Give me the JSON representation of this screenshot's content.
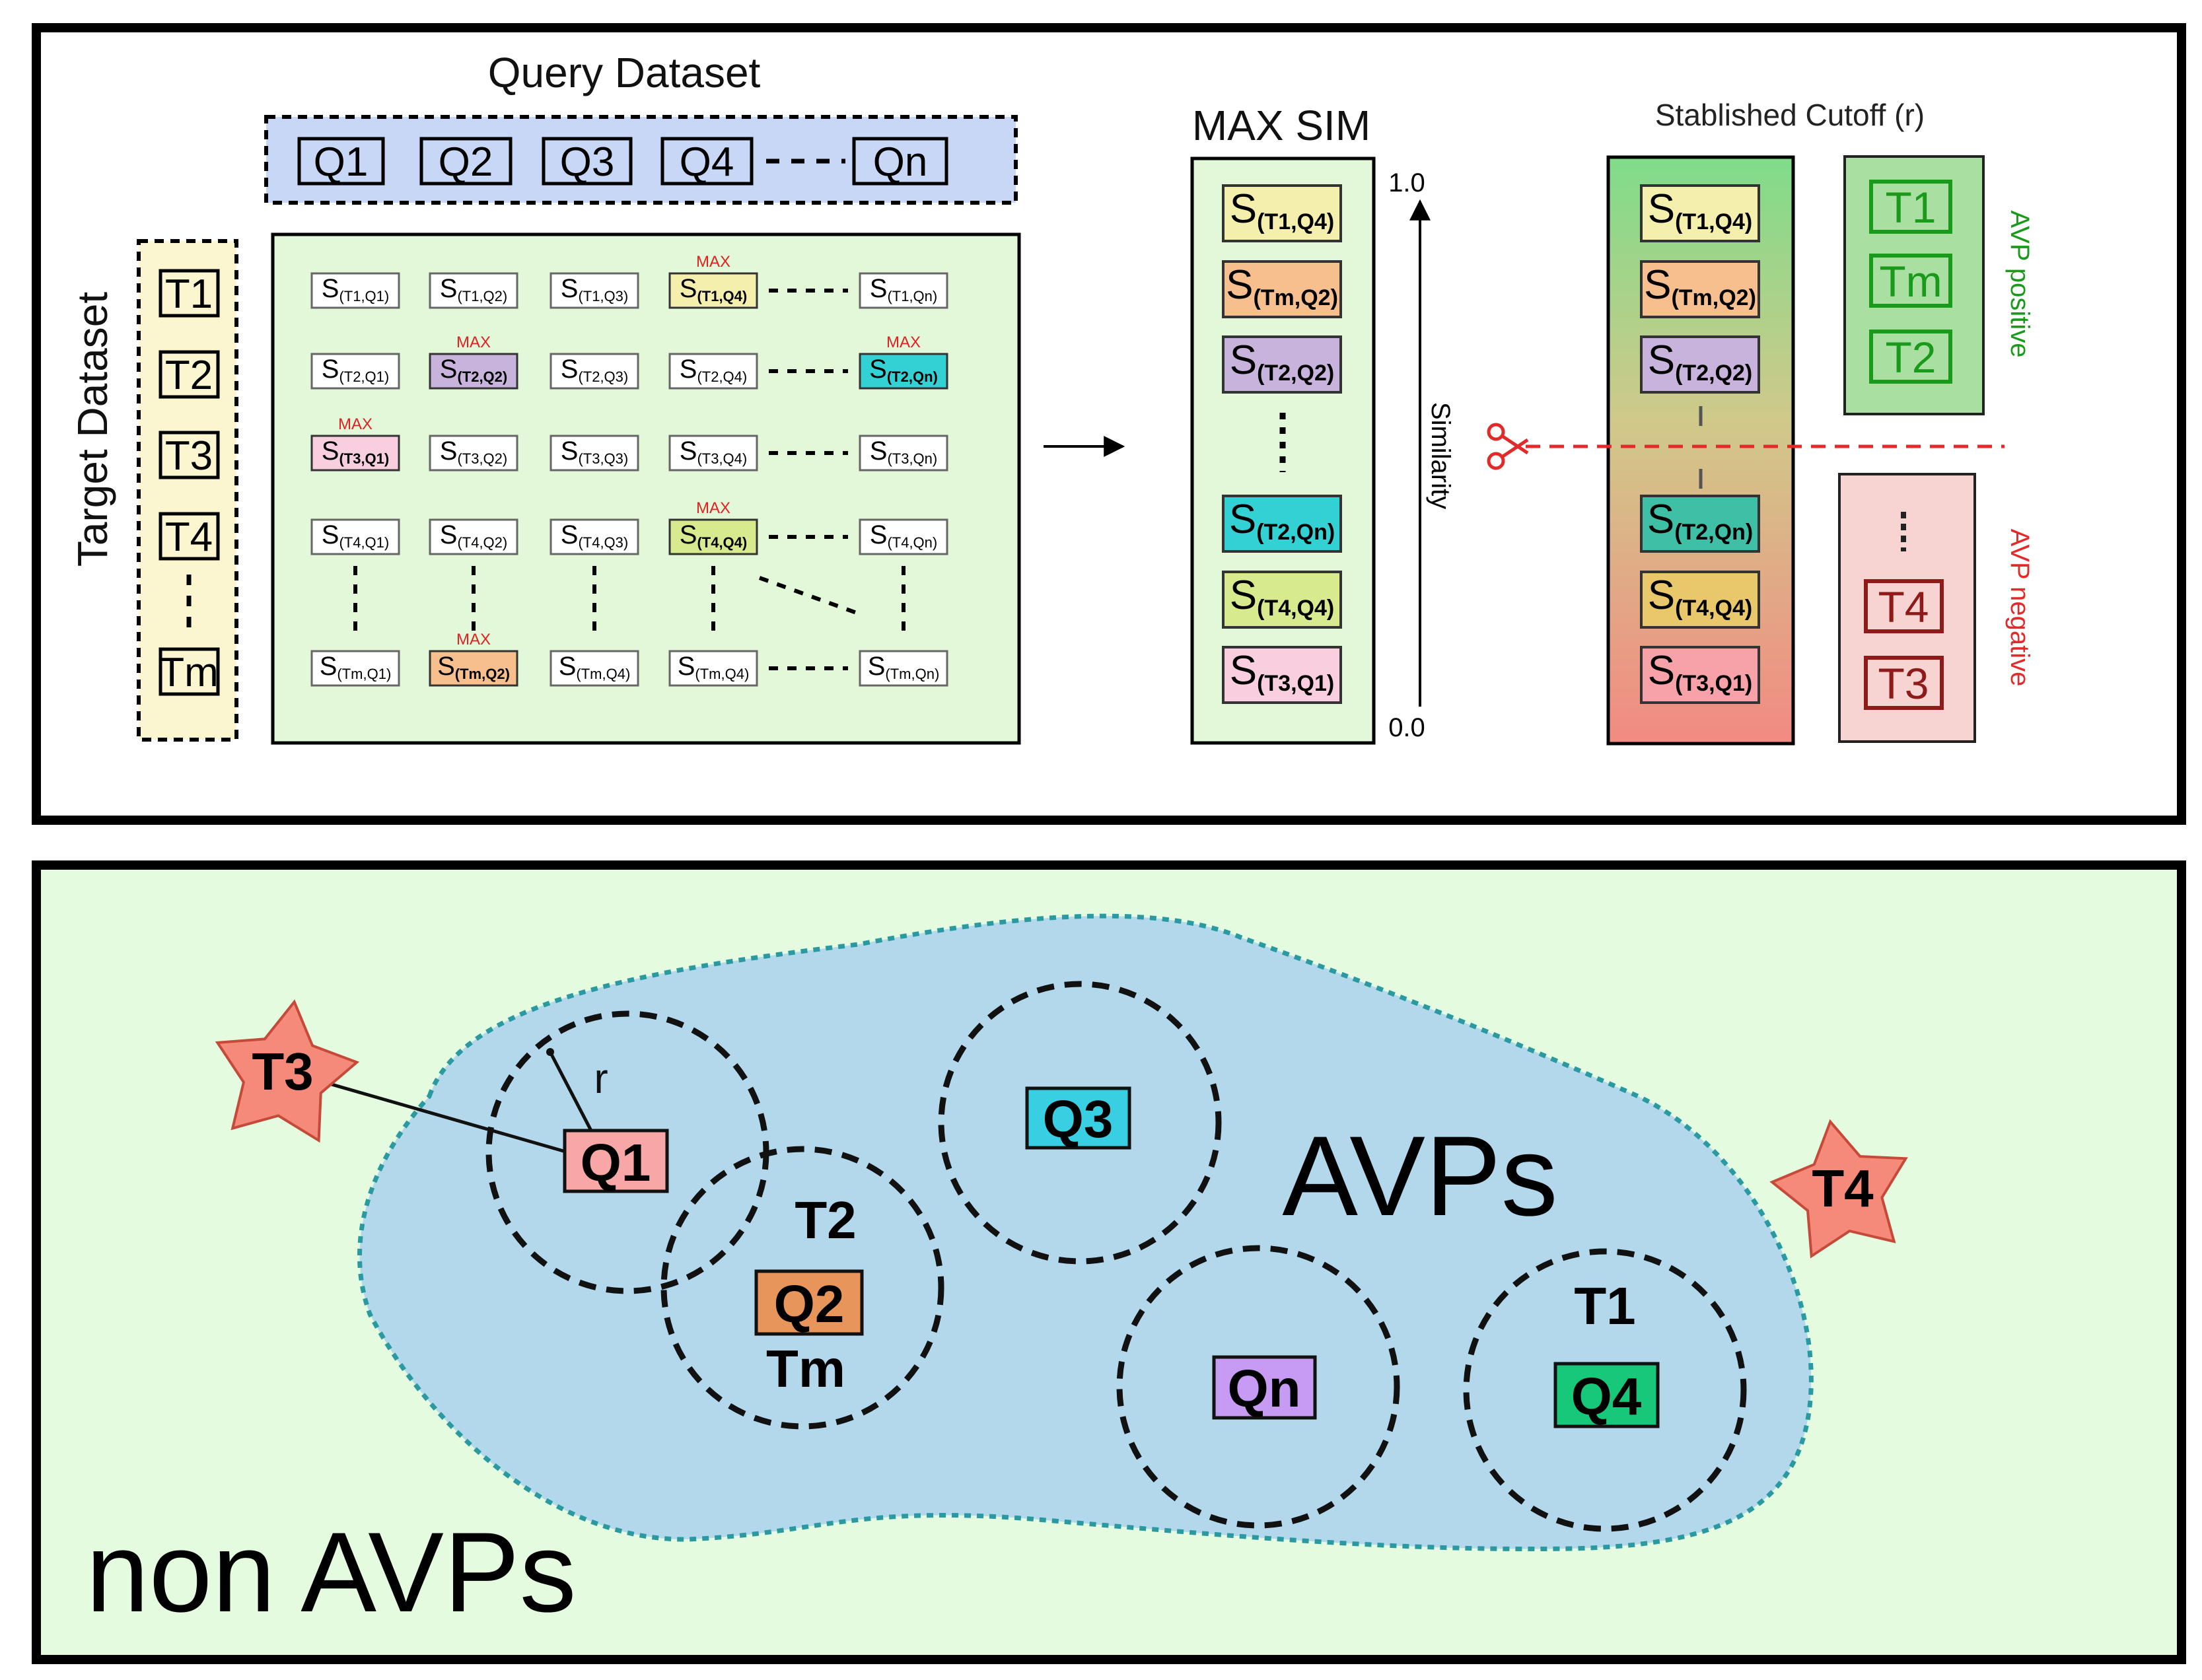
{
  "top_panel": {
    "query_dataset_title": "Query Dataset",
    "query_items": [
      "Q1",
      "Q2",
      "Q3",
      "Q4",
      "Qn"
    ],
    "target_dataset_title": "Target Dataset",
    "target_items": [
      "T1",
      "T2",
      "T3",
      "T4",
      "Tm"
    ],
    "max_label": "MAX",
    "max_sim_title": "MAX SIM",
    "axis_top": "1.0",
    "axis_bottom": "0.0",
    "axis_label": "Similarity",
    "cutoff_title": "Stablished Cutoff (r)",
    "positive_label": "AVP positive",
    "negative_label": "AVP negative",
    "positive_items": [
      "T1",
      "Tm",
      "T2"
    ],
    "negative_items": [
      "T4",
      "T3"
    ],
    "colors": {
      "query_bg": "#c9d7f7",
      "target_bg": "#fbf6cf",
      "matrix_bg": "#e3f8d9",
      "s_t1q4": "#f5efae",
      "s_t2q2": "#c8b3dc",
      "s_t2qn": "#34d1d4",
      "s_t3q1": "#f9cfe0",
      "s_t4q4": "#d8ea8e",
      "s_tmq2": "#f7be8e",
      "positive_box": "#a9dfa0",
      "negative_box": "#f7d3d1"
    }
  },
  "bottom_panel": {
    "r_label": "r",
    "avps_label": "AVPs",
    "non_avps_label": "non AVPs",
    "stars": [
      "T3",
      "T4"
    ],
    "queries": [
      "Q1",
      "Q2",
      "Q3",
      "Qn",
      "Q4"
    ],
    "member_labels": [
      "T2",
      "Tm",
      "T1"
    ],
    "colors": {
      "background": "#e4fbdf",
      "blob": "#b3d8ec",
      "blob_border": "#2a9aa0",
      "star": "#f58a7b",
      "q1": "#f8a7a7",
      "q2": "#e7955b",
      "q3": "#38cfe3",
      "qn": "#c79af4",
      "q4": "#18c87a",
      "t2_tm_text": "#8a4e1a",
      "t1_text": "#1b6e3a"
    }
  }
}
